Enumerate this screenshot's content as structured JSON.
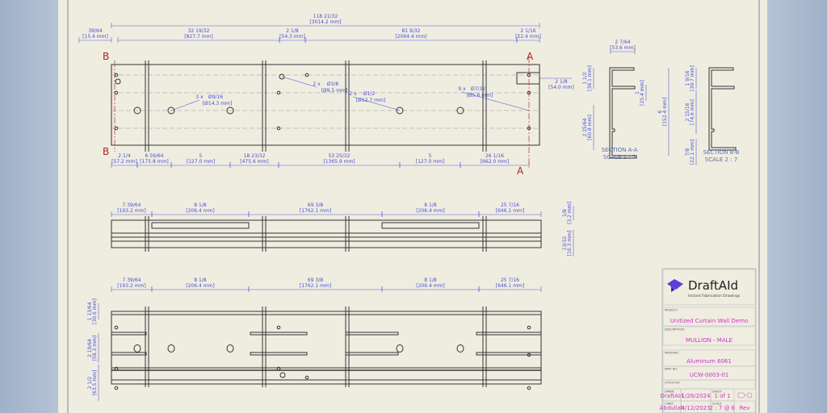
{
  "view_main": {
    "top_dims": [
      {
        "frac": "118 21/32",
        "mm": "[3014.2 mm]"
      },
      {
        "frac": "39/64",
        "mm": "[15.4 mm]"
      },
      {
        "frac": "32 19/32",
        "mm": "[827.7 mm]"
      },
      {
        "frac": "2 1/8",
        "mm": "[54.3 mm]"
      },
      {
        "frac": "81 9/32",
        "mm": "[2064.4 mm]"
      },
      {
        "frac": "2 1/16",
        "mm": "[52.4 mm]"
      }
    ],
    "bottom_dims": [
      {
        "frac": "2 1/4",
        "mm": "[57.2 mm]"
      },
      {
        "frac": "6 59/64",
        "mm": "[175.8 mm]"
      },
      {
        "frac": "5",
        "mm": "[127.0 mm]"
      },
      {
        "frac": "18 23/32",
        "mm": "[475.6 mm]"
      },
      {
        "frac": "53 25/32",
        "mm": "[1365.9 mm]"
      },
      {
        "frac": "5",
        "mm": "[127.0 mm]"
      },
      {
        "frac": "26 1/16",
        "mm": "[662.0 mm]"
      }
    ],
    "right_dim": {
      "frac": "2 1/8",
      "mm": "[54.0 mm]"
    },
    "callouts": [
      {
        "qty": "3 x",
        "dia": "Ø9/16",
        "mm": "[Ø14.3 mm]"
      },
      {
        "qty": "2 x",
        "dia": "Ø3/8",
        "mm": "[Ø9.5 mm]"
      },
      {
        "qty": "2 x",
        "dia": "Ø1/2",
        "mm": "[Ø12.7 mm]"
      },
      {
        "qty": "9 x",
        "dia": "Ø7/32",
        "mm": "[Ø5.6 mm]"
      }
    ],
    "section_markers": {
      "b": "B",
      "a": "A"
    }
  },
  "view_middle": {
    "dims": [
      {
        "frac": "7 39/64",
        "mm": "[193.2 mm]"
      },
      {
        "frac": "8 1/8",
        "mm": "[206.4 mm]"
      },
      {
        "frac": "69 3/8",
        "mm": "[1762.1 mm]"
      },
      {
        "frac": "8 1/8",
        "mm": "[206.4 mm]"
      },
      {
        "frac": "25 7/16",
        "mm": "[646.1 mm]"
      }
    ],
    "side_dims": [
      {
        "frac": "1/8",
        "mm": "[3.2 mm]"
      },
      {
        "frac": "13/32",
        "mm": "[10.3 mm]"
      }
    ]
  },
  "view_bottom": {
    "dims": [
      {
        "frac": "7 39/64",
        "mm": "[193.2 mm]"
      },
      {
        "frac": "8 1/8",
        "mm": "[206.4 mm]"
      },
      {
        "frac": "69 3/8",
        "mm": "[1762.1 mm]"
      },
      {
        "frac": "8 1/8",
        "mm": "[206.4 mm]"
      },
      {
        "frac": "25 7/16",
        "mm": "[646.1 mm]"
      }
    ],
    "side_dims": [
      {
        "frac": "1 13/64",
        "mm": "[30.6 mm]"
      },
      {
        "frac": "2 19/64",
        "mm": "[58.3 mm]"
      },
      {
        "frac": "2 1/2",
        "mm": "[63.5 mm]"
      }
    ]
  },
  "section_aa": {
    "title": "SECTION A-A",
    "scale": "SCALE 2 : 7",
    "dims": [
      {
        "frac": "2 7/64",
        "mm": "[53.6 mm]"
      },
      {
        "frac": "1 1/2",
        "mm": "[38.1 mm]"
      },
      {
        "frac": "1",
        "mm": "[25.4 mm]"
      },
      {
        "frac": "6",
        "mm": "[152.4 mm]"
      },
      {
        "frac": "2 25/64",
        "mm": "[60.8 mm]"
      }
    ]
  },
  "section_bb": {
    "title": "SECTION B-B",
    "scale": "SCALE 2 : 7",
    "dims": [
      {
        "frac": "1 9/16",
        "mm": "[39.7 mm]"
      },
      {
        "frac": "2 15/16",
        "mm": "[74.6 mm]"
      },
      {
        "frac": "7/8",
        "mm": "[22.1 mm]"
      }
    ]
  },
  "title_block": {
    "logo": "DraftAId",
    "tagline": "Instant Fabrication Drawings",
    "project_label": "PROJECT:",
    "project": "Unitized Curtain Wall Demo",
    "description_label": "DESCRIPTION:",
    "description": "MULLION - MALE",
    "material_label": "MATERIAL:",
    "material": "Aluminum 6061",
    "part_label": "PART NO:",
    "part": "UCW-0003-01",
    "stock_label": "STOCK NO:",
    "drawn_label": "DRWN:",
    "drawn": "DraftAId",
    "drawn_date": "1/26/2024",
    "sheet_label": "SHEET:",
    "sheet": "1 of 1",
    "checked_label": "CHKD:",
    "checked": "Abdullah",
    "checked_date": "4/12/2023",
    "scale_label": "SCALE:",
    "scale": "2 : 7 @ B",
    "rev": "Rev",
    "accent": "#cc33cc"
  }
}
